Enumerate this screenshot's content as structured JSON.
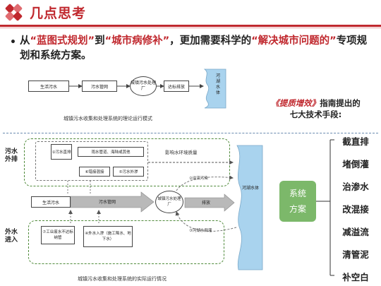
{
  "header": {
    "title": "几点思考"
  },
  "bullet": {
    "part1": "从",
    "q1": "“蓝图式规划”",
    "part2": "到",
    "q2": "“城市病修补”",
    "part3": "，更加需要科学的",
    "q3": "“解决城市问题的”",
    "part4": "专项规划和系统方案。"
  },
  "top_diagram": {
    "source": "生活污水",
    "network": "污水管网",
    "plant": "城镇污水处理厂",
    "discharge": "达标排放",
    "water": "河湖水体",
    "caption": "城镇污水收集和处理系统的理论运行模式"
  },
  "guide": {
    "line1_book": "《提质增效》",
    "line1_rest": "指南提出的",
    "line2": "七大技术手段:"
  },
  "bottom_diagram": {
    "left_top_label": "污水外排",
    "left_bottom_label": "外水进入",
    "item1": "①污水直排",
    "item_rain": "雨水管道、海陆或其他",
    "item6": "⑥错接混接",
    "item5": "⑤污水外渗",
    "impact": "影响水环境质量",
    "source": "生活污水",
    "network": "污水管网",
    "plant": "城镇污水处理厂",
    "discharge": "排放",
    "item2": "②溢流污染",
    "item3": "③河湖水倒灌",
    "item7": "⑦工业废水不达标纳管",
    "item4": "④外水入渗（施工降水、地下水）",
    "water": "河湖水体",
    "caption": "城镇污水收集和处理系统的实际运行情况"
  },
  "system": {
    "line1": "系统",
    "line2": "方案"
  },
  "techniques": [
    "截直排",
    "堵倒灌",
    "治渗水",
    "改混接",
    "减溢流",
    "清管泥",
    "补空白"
  ],
  "colors": {
    "brand_red": "#c0282e",
    "system_green": "#7cb86a",
    "water_blue": "#a9d3ee"
  }
}
